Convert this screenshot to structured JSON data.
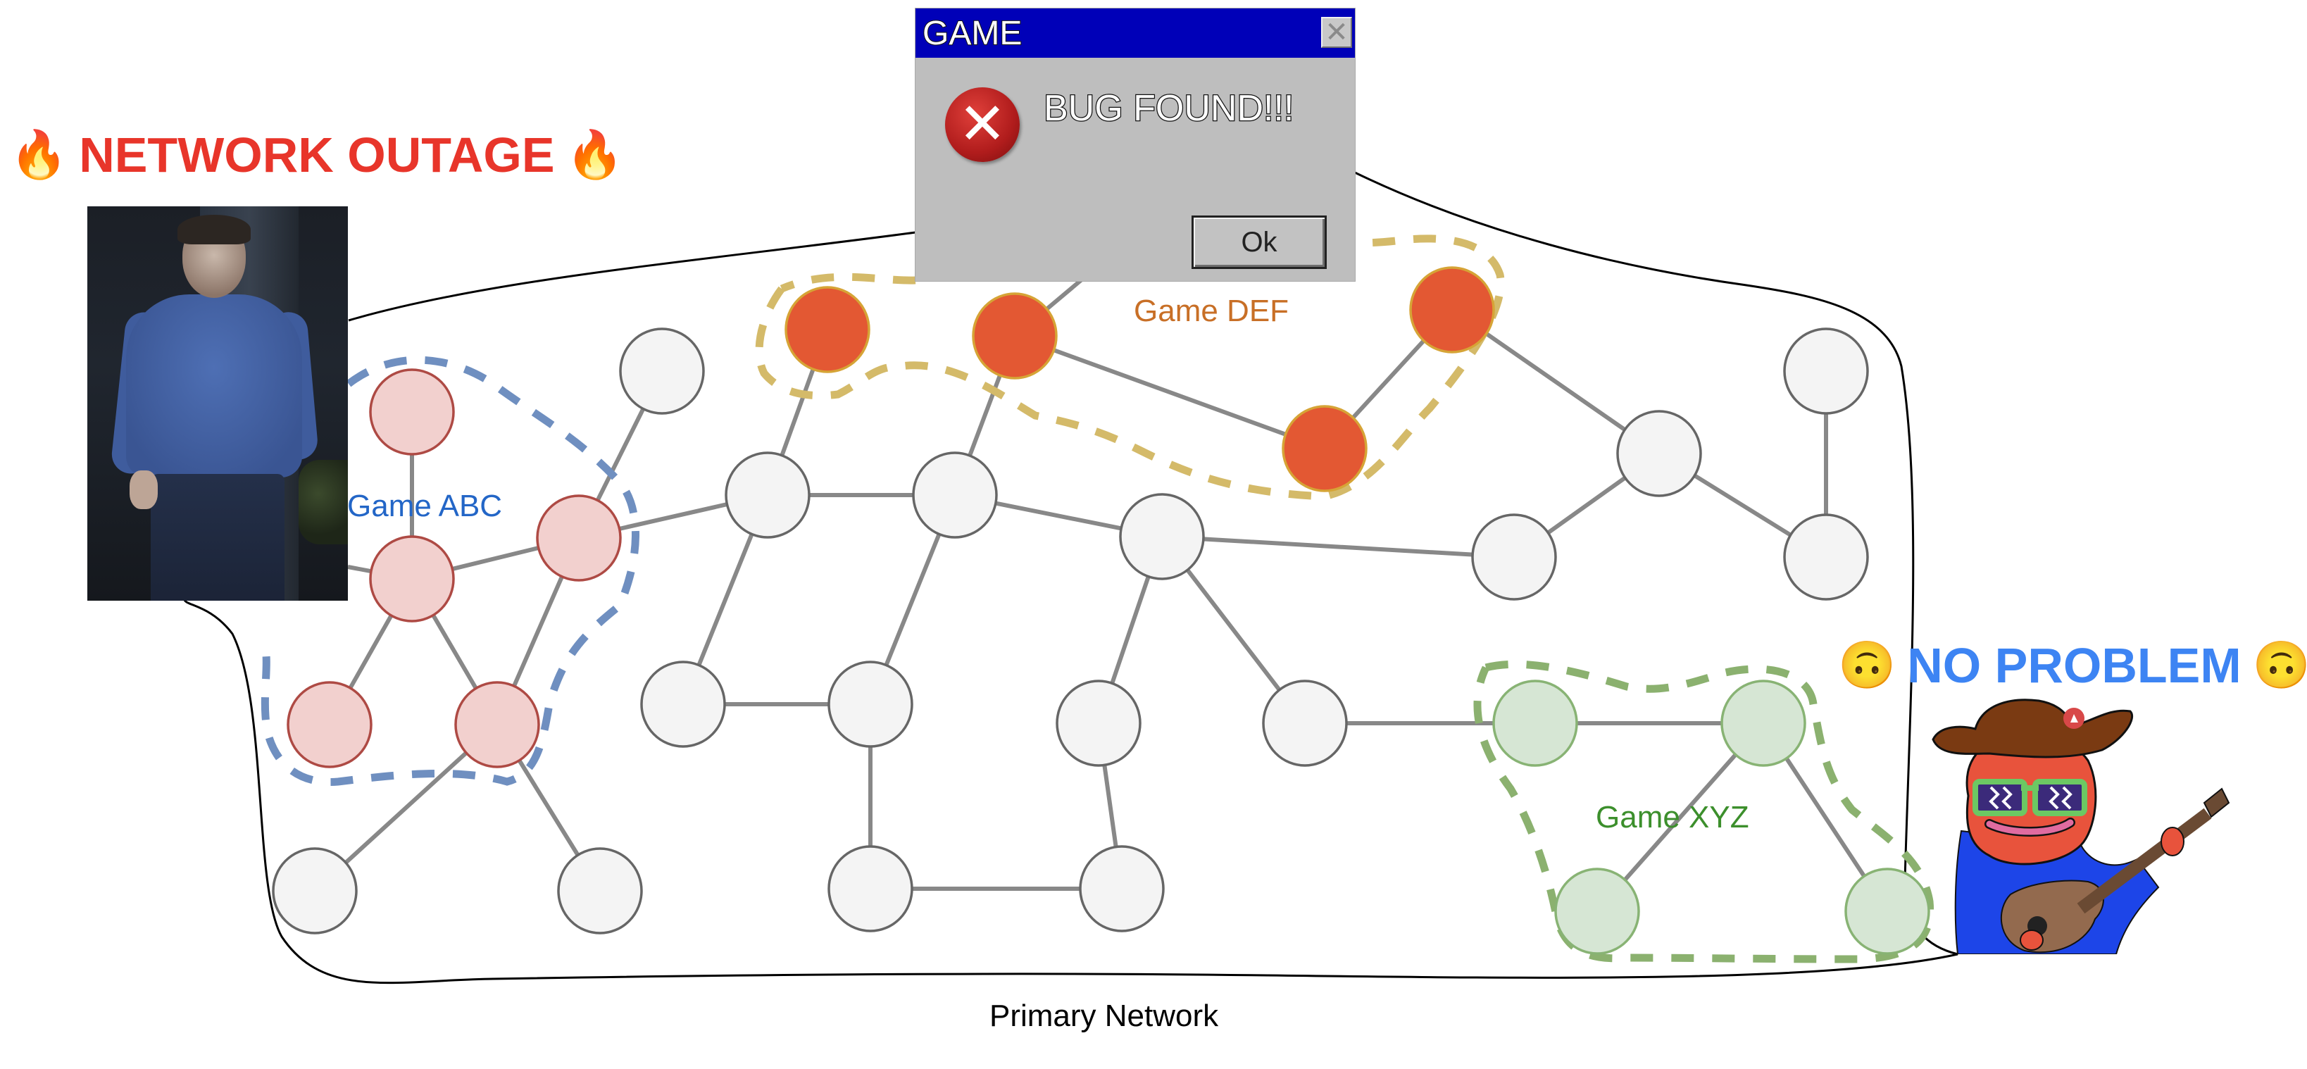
{
  "diagram": {
    "caption": "Primary Network",
    "colors": {
      "edge": "#888888",
      "node_fill": "#f4f4f4",
      "node_stroke": "#666666",
      "abc_fill": "#f2d0ce",
      "abc_stroke": "#ae4a44",
      "abc_boundary": "#6f8fc0",
      "abc_label": "#2366c7",
      "def_fill": "#e35833",
      "def_stroke": "#d6a436",
      "def_boundary": "#d4ba69",
      "def_label": "#c86f26",
      "xyz_fill": "#d6e6d4",
      "xyz_stroke": "#88b374",
      "xyz_boundary": "#8bb16f",
      "xyz_label": "#3c8f2c",
      "network_outline": "#000000"
    },
    "subnets": [
      {
        "id": "abc",
        "label": "Game ABC"
      },
      {
        "id": "def",
        "label": "Game DEF"
      },
      {
        "id": "xyz",
        "label": "Game XYZ"
      }
    ],
    "nodes": [
      {
        "id": "n1",
        "group": "primary"
      },
      {
        "id": "a1",
        "group": "abc"
      },
      {
        "id": "a2",
        "group": "abc"
      },
      {
        "id": "a3",
        "group": "abc"
      },
      {
        "id": "a4",
        "group": "abc"
      },
      {
        "id": "a5",
        "group": "abc"
      },
      {
        "id": "n2",
        "group": "primary"
      },
      {
        "id": "n3",
        "group": "primary"
      },
      {
        "id": "n4",
        "group": "primary"
      },
      {
        "id": "n5",
        "group": "primary"
      },
      {
        "id": "n6",
        "group": "primary"
      },
      {
        "id": "n7",
        "group": "primary"
      },
      {
        "id": "n8",
        "group": "primary"
      },
      {
        "id": "n9",
        "group": "primary"
      },
      {
        "id": "n10",
        "group": "primary"
      },
      {
        "id": "n11",
        "group": "primary"
      },
      {
        "id": "n12",
        "group": "primary"
      },
      {
        "id": "d1",
        "group": "def"
      },
      {
        "id": "d2",
        "group": "def"
      },
      {
        "id": "d3",
        "group": "def"
      },
      {
        "id": "d4",
        "group": "def"
      },
      {
        "id": "n13",
        "group": "primary"
      },
      {
        "id": "n14",
        "group": "primary"
      },
      {
        "id": "n15",
        "group": "primary"
      },
      {
        "id": "n16",
        "group": "primary"
      },
      {
        "id": "x1",
        "group": "xyz"
      },
      {
        "id": "x2",
        "group": "xyz"
      },
      {
        "id": "x3",
        "group": "xyz"
      },
      {
        "id": "x4",
        "group": "xyz"
      }
    ],
    "edges": [
      [
        "a1",
        "a2"
      ],
      [
        "a2",
        "a3"
      ],
      [
        "a2",
        "a4"
      ],
      [
        "a2",
        "a5"
      ],
      [
        "a3",
        "a5"
      ],
      [
        "a3",
        "n1"
      ],
      [
        "a3",
        "n4"
      ],
      [
        "a5",
        "n2"
      ],
      [
        "a5",
        "n3"
      ],
      [
        "n4",
        "n5"
      ],
      [
        "n4",
        "d1"
      ],
      [
        "n4",
        "n7"
      ],
      [
        "n5",
        "d2"
      ],
      [
        "n5",
        "n8"
      ],
      [
        "n5",
        "n6"
      ],
      [
        "n7",
        "n8"
      ],
      [
        "n8",
        "n11"
      ],
      [
        "n11",
        "n12"
      ],
      [
        "n12",
        "n9"
      ],
      [
        "n6",
        "n9"
      ],
      [
        "n6",
        "n10"
      ],
      [
        "n6",
        "n13"
      ],
      [
        "n10",
        "x1"
      ],
      [
        "d2",
        "d3"
      ],
      [
        "d2",
        "dialog"
      ],
      [
        "d3",
        "d4"
      ],
      [
        "d4",
        "n14"
      ],
      [
        "n14",
        "n13"
      ],
      [
        "n14",
        "n16"
      ],
      [
        "n15",
        "n16"
      ],
      [
        "x1",
        "x2"
      ],
      [
        "x2",
        "x3"
      ],
      [
        "x2",
        "x4"
      ],
      [
        "a2",
        "photo"
      ]
    ]
  },
  "annotations": {
    "left": {
      "emoji": "🔥",
      "text": "NETWORK OUTAGE",
      "image": "man-in-blue-sweater-photo"
    },
    "right": {
      "emoji": "🙃",
      "text": "NO PROBLEM",
      "image": "cowboy-mascot-with-guitar"
    }
  },
  "dialog": {
    "title": "GAME",
    "close_glyph": "✕",
    "icon": "error-icon",
    "icon_glyph": "✕",
    "message": "BUG FOUND!!!",
    "ok_label": "Ok"
  }
}
